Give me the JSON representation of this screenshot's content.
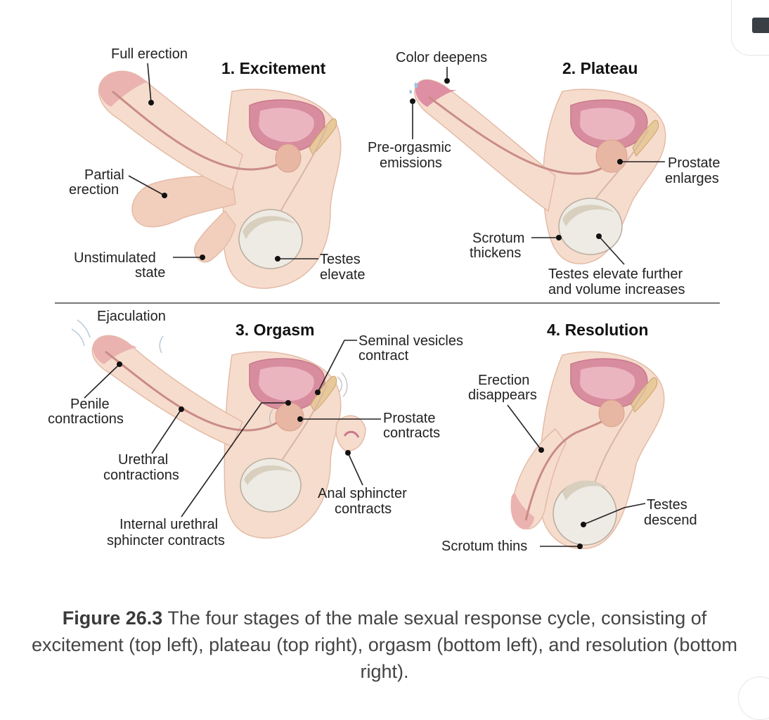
{
  "figure": {
    "stages": [
      {
        "title": "1. Excitement",
        "labels": {
          "full_erection": "Full erection",
          "partial_1": "Partial",
          "partial_2": "erection",
          "unstim_1": "Unstimulated",
          "unstim_2": "state",
          "testes_1": "Testes",
          "testes_2": "elevate"
        }
      },
      {
        "title": "2. Plateau",
        "labels": {
          "color": "Color deepens",
          "pre_1": "Pre-orgasmic",
          "pre_2": "emissions",
          "prostate_1": "Prostate",
          "prostate_2": "enlarges",
          "scrotum_1": "Scrotum",
          "scrotum_2": "thickens",
          "testes_1": "Testes elevate further",
          "testes_2": "and volume increases"
        }
      },
      {
        "title": "3. Orgasm",
        "labels": {
          "ejac": "Ejaculation",
          "seminal_1": "Seminal vesicles",
          "seminal_2": "contract",
          "penile_1": "Penile",
          "penile_2": "contractions",
          "prostate_1": "Prostate",
          "prostate_2": "contracts",
          "urethral_1": "Urethral",
          "urethral_2": "contractions",
          "anal_1": "Anal sphincter",
          "anal_2": "contracts",
          "internal_1": "Internal urethral",
          "internal_2": "sphincter contracts"
        }
      },
      {
        "title": "4. Resolution",
        "labels": {
          "erection_1": "Erection",
          "erection_2": "disappears",
          "testes_1": "Testes",
          "testes_2": "descend",
          "scrotum": "Scrotum thins"
        }
      }
    ],
    "caption": {
      "label": "Figure 26.3",
      "text": " The four stages of the male sexual response cycle, consisting of excitement (top left), plateau (top right), orgasm (bottom left), and resolution (bottom right)."
    }
  },
  "colors": {
    "skin": "#f6dccd",
    "bladder": "#d88d9f",
    "caption_text": "#444444",
    "divider": "#777777"
  },
  "icons": {
    "corner": "bookmark-icon"
  }
}
